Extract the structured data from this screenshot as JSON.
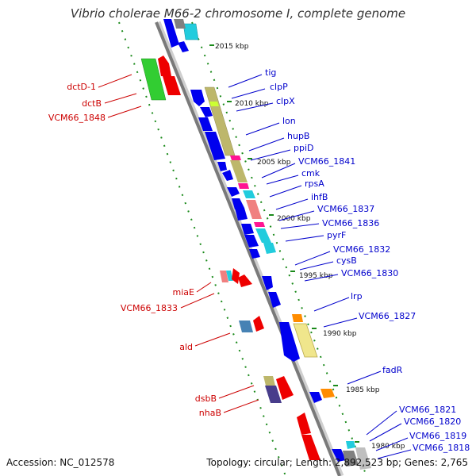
{
  "title": "Vibrio cholerae M66-2 chromosome I, complete genome",
  "footer": {
    "accession": "Accession: NC_012578",
    "topology": "Topology: circular; Length: 2,892,523 bp; Genes: 2,765"
  },
  "colors": {
    "backbone": "#808080",
    "dots": "#1a8a1a",
    "plus_strand_label": "#0000cc",
    "minus_strand_label": "#cc0000",
    "blue_gene": "#0000ee",
    "red_gene": "#ee0000",
    "olive_gene": "#bdb76b",
    "cyan_gene": "#22ccdd",
    "pink_gene": "#ff1493",
    "salmon_gene": "#f08080",
    "orange_gene": "#ff8c00",
    "light_yellow_gene": "#f0e68c",
    "steel_gene": "#4682b4",
    "slate_gene": "#483d8b",
    "lime_gene": "#32cd32",
    "grey_gene": "#808080"
  },
  "kbp_ticks": [
    "2015 kbp",
    "2010 kbp",
    "2005 kbp",
    "2000 kbp",
    "1995 kbp",
    "1990 kbp",
    "1985 kbp",
    "1980 kbp"
  ],
  "plus_labels": [
    "tig",
    "clpP",
    "clpX",
    "lon",
    "hupB",
    "ppiD",
    "VCM66_1841",
    "cmk",
    "rpsA",
    "ihfB",
    "VCM66_1837",
    "VCM66_1836",
    "pyrF",
    "VCM66_1832",
    "cysB",
    "VCM66_1830",
    "lrp",
    "VCM66_1827",
    "fadR",
    "VCM66_1821",
    "VCM66_1820",
    "VCM66_1819",
    "VCM66_1818"
  ],
  "minus_labels": [
    "dctD-1",
    "dctB",
    "VCM66_1848",
    "miaE",
    "VCM66_1833",
    "ald",
    "dsbB",
    "nhaB"
  ]
}
